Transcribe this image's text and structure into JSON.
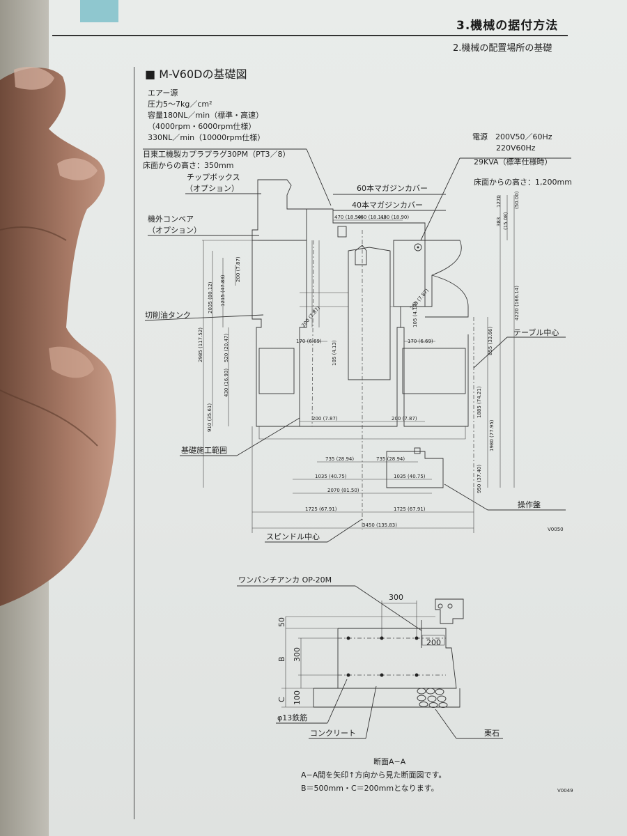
{
  "header": {
    "title": "3.機械の据付方法",
    "subtitle": "2.機械の配置場所の基礎"
  },
  "section": {
    "title": "■ M-V60Dの基礎図"
  },
  "notes": {
    "air": [
      "エアー源",
      "圧力5～7kg／cm²",
      "容量180NL／min（標準・高速）",
      "（4000rpm・6000rpm仕様）",
      "330NL／min（10000rpm仕様）",
      "日東工機製カプラプラグ30PM（PT3／8）",
      "床面からの高さ：350mm"
    ],
    "power": [
      "電源　200V50／60Hz",
      "220V60Hz",
      "29KVA（標準仕様時）",
      "床面からの高さ：1,200mm"
    ]
  },
  "labels": {
    "chip_box": "チップボックス",
    "chip_box_opt": "（オプション）",
    "conveyor": "機外コンベア",
    "conveyor_opt": "（オプション）",
    "mag60": "60本マガジンカバー",
    "mag40": "40本マガジンカバー",
    "coolant": "切削油タンク",
    "table_center": "テーブル中心",
    "foundation": "基礎施工範囲",
    "panel": "操作盤",
    "spindle": "スピンドル中心",
    "code_top": "V0050",
    "anchor": "ワンパンチアンカ OP-20M",
    "rebar": "φ13鉄筋",
    "concrete": "コンクリート",
    "gravel": "栗石",
    "code_bottom": "V0049",
    "section_title": "断面A−A",
    "section_note1": "A−A間を矢印↑方向から見た断面図です。",
    "section_note2": "B＝500mm・C＝200mmとなります。"
  },
  "dims": {
    "top1": "470 (18.50)",
    "top2": "460 (18.11)",
    "top3": "480 (18.90)",
    "r1": "1270",
    "r1b": "(50.00)",
    "r2": "383",
    "r2b": "(15.08)",
    "r3": "4220 (166.14)",
    "r4": "855 (33.66)",
    "r5": "1885 (74.21)",
    "r6": "1980 (77.95)",
    "r7": "950 (37.40)",
    "l1": "2985 (117.52)",
    "l2": "2035 (80.12)",
    "l3": "1215 (47.83)",
    "l4": "200 (7.87)",
    "l5": "520 (20.47)",
    "l6": "430 (16.93)",
    "l7": "910 (35.61)",
    "c1": "200 (7.87)",
    "c2": "170 (6.69)",
    "c3": "105 (4.13)",
    "c4": "200 (7.87)",
    "c5": "105 (4.13)",
    "c6": "170 (6.69)",
    "b1": "200 (7.87)",
    "b2": "200 (7.87)",
    "b3": "735 (28.94)",
    "b4": "735 (28.94)",
    "b5": "1035 (40.75)",
    "b6": "1035 (40.75)",
    "b7": "2070 (81.50)",
    "b8": "1725 (67.91)",
    "b9": "1725 (67.91)",
    "b10": "3450 (135.83)",
    "s1": "300",
    "s2": "200",
    "s3": "50",
    "s4": "B",
    "s5": "300",
    "s6": "C",
    "s7": "100"
  }
}
